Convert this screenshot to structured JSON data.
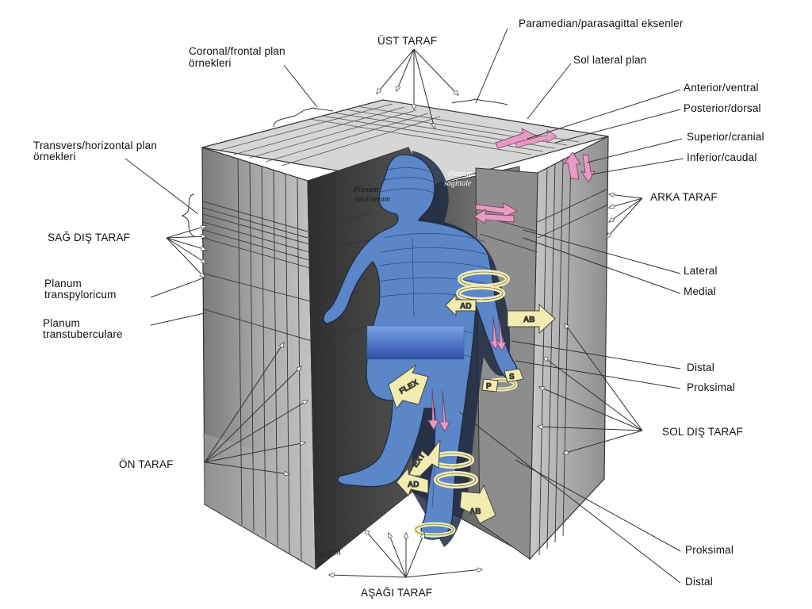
{
  "labels": {
    "ust_taraf": "ÜST TARAF",
    "paramedian": "Paramedian/parasagittal eksenler",
    "coronal": "Coronal/frontal plan",
    "coronal_2": "örnekleri",
    "sol_lateral_plan": "Sol lateral plan",
    "anterior": "Anterior/ventral",
    "posterior": "Posterior/dorsal",
    "superior": "Superior/cranial",
    "inferior": "Inferior/caudal",
    "transvers": "Transvers/horizontal plan",
    "transvers_2": "örnekleri",
    "arka_taraf": "ARKA TARAF",
    "sag_dis_taraf": "SAĞ DIŞ TARAF",
    "planum_transpyloricum": "Planum",
    "planum_transpyloricum_2": "transpyloricum",
    "planum_transtuberculare": "Planum",
    "planum_transtuberculare_2": "transtuberculare",
    "lateral": "Lateral",
    "medial": "Medial",
    "distal_1": "Distal",
    "proksimal_1": "Proksimal",
    "sol_dis_taraf": "SOL DIŞ TARAF",
    "on_taraf": "ÖN TARAF",
    "proksimal_2": "Proksimal",
    "distal_2": "Distal",
    "asagi_taraf": "AŞAĞI TARAF",
    "planum_mediamum": "Planum",
    "planum_mediamum_2": "mediamum",
    "planum_sagittale": "Planum",
    "planum_sagittale_2": "sagittale",
    "signature": "REMM"
  },
  "arrow_texts": {
    "ab_1": "AB",
    "ad_1": "AD",
    "flex": "FLEX",
    "ext": "EXT",
    "ad_2": "AD",
    "ab_2": "AB",
    "s": "S",
    "p": "P"
  },
  "colors": {
    "figure": "#5b86c8",
    "figure_dark": "#3f67a8",
    "box_front": "#9a9a9a",
    "box_side": "#7c7c7c",
    "box_top": "#d0d0d0",
    "dark_inner": "#3b3b3b",
    "arrow_yellow": "#f2ecb0",
    "arrow_pink": "#e89ac2",
    "redaction_top": "#7aa2e8",
    "redaction_bottom": "#2e4fa6"
  }
}
